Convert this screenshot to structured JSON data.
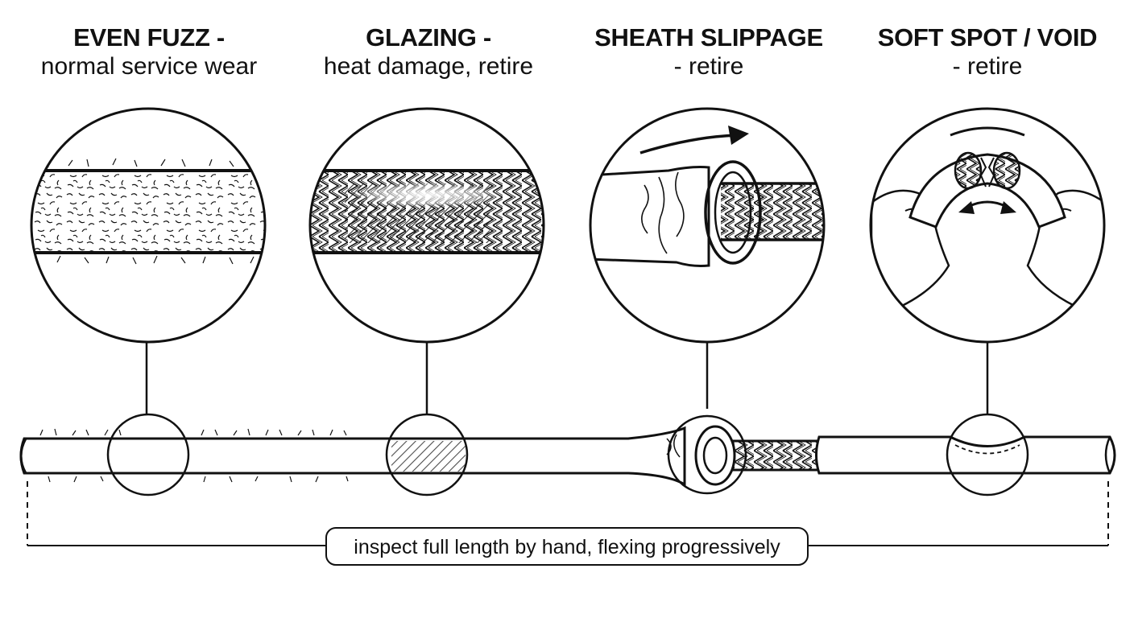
{
  "panels": [
    {
      "id": "even-fuzz",
      "title_bold": "EVEN FUZZ -",
      "title_sub": "normal service wear"
    },
    {
      "id": "glazing",
      "title_bold": "GLAZING -",
      "title_sub": "heat damage, retire"
    },
    {
      "id": "sheath-slippage",
      "title_bold": "SHEATH SLIPPAGE",
      "title_sub": "- retire"
    },
    {
      "id": "soft-spot-void",
      "title_bold": "SOFT SPOT / VOID",
      "title_sub": "- retire"
    }
  ],
  "footer": {
    "label": "inspect full length by hand, flexing progressively"
  },
  "icons": [
    "fuzz-magnifier-icon",
    "glazing-magnifier-icon",
    "slippage-arrow-icon",
    "flex-arrows-icon",
    "hands-icon"
  ],
  "colors": {
    "ink": "#111111",
    "background": "#ffffff",
    "glaze_shade": "#777777"
  }
}
